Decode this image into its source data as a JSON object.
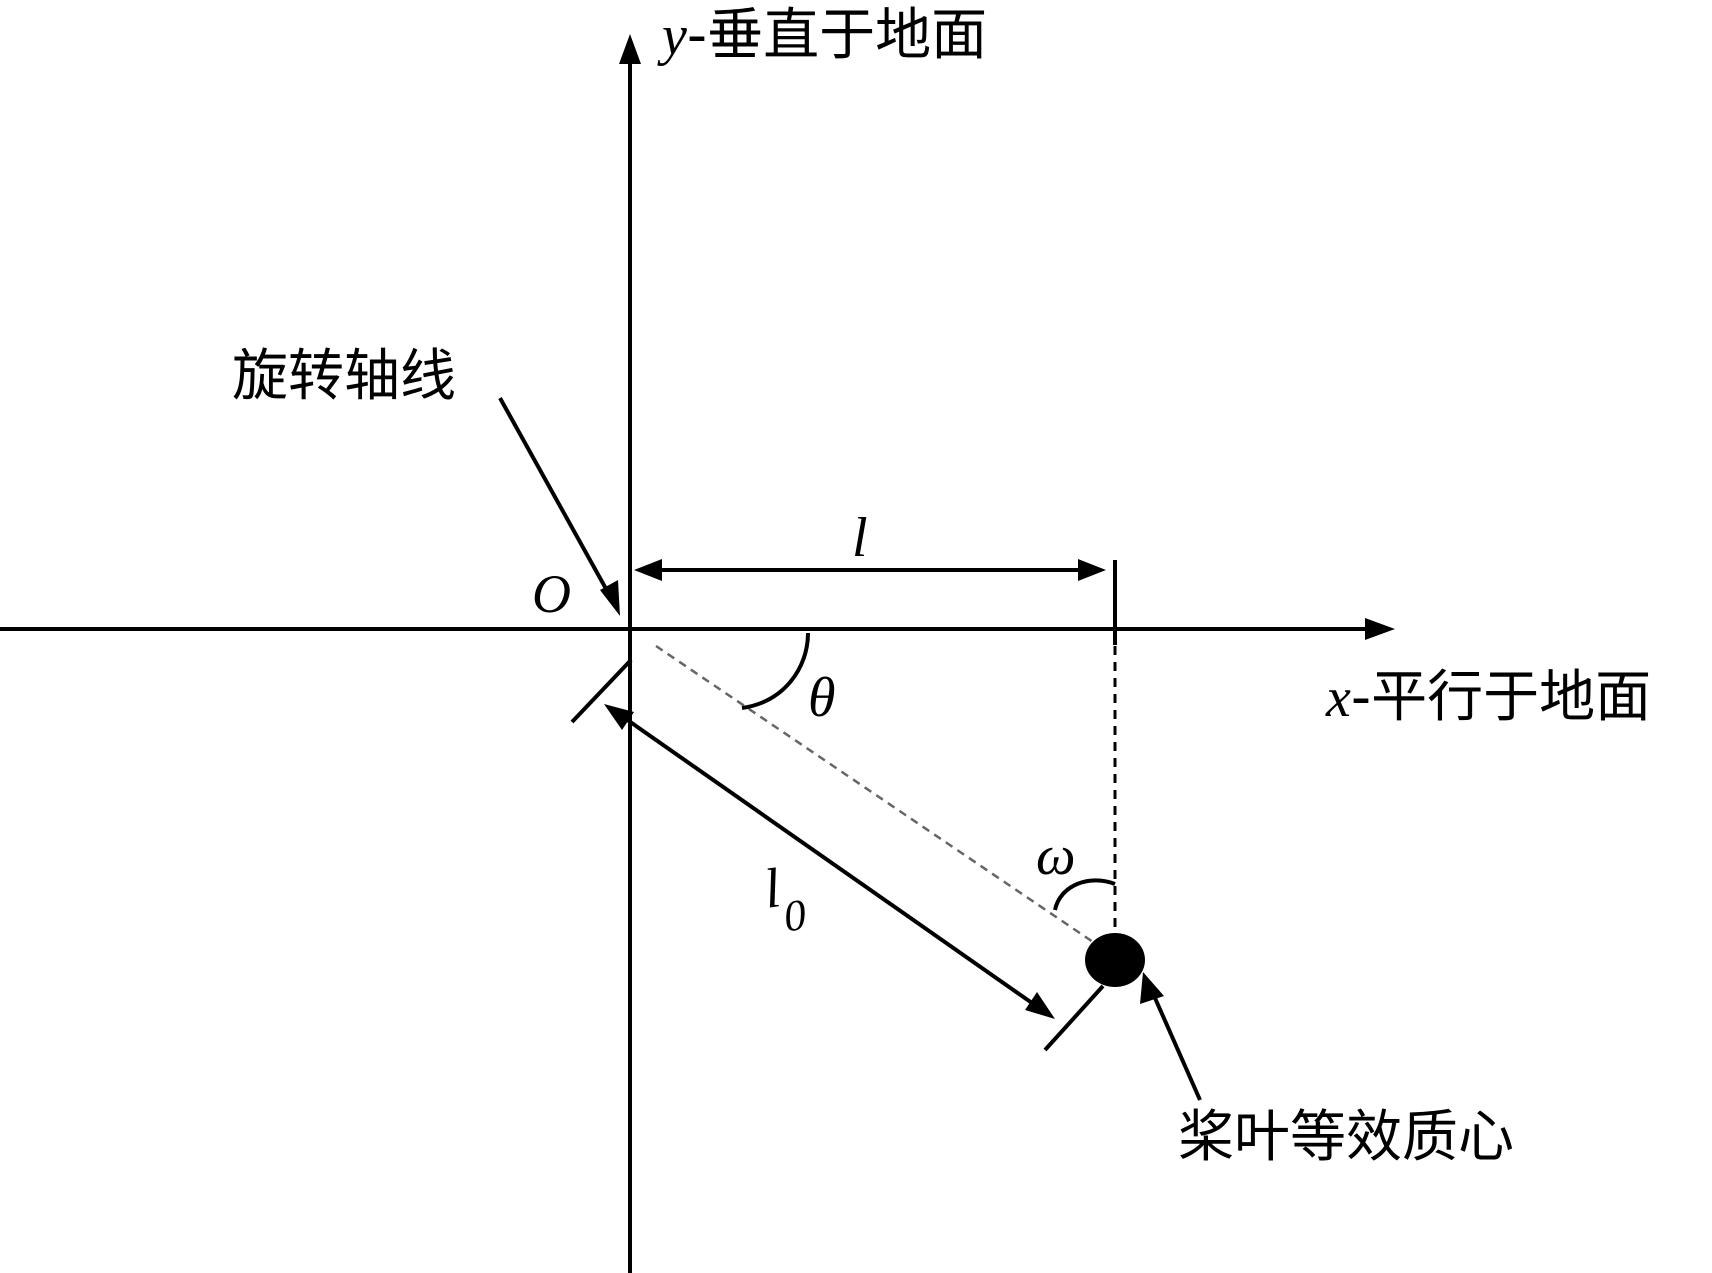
{
  "colors": {
    "stroke": "#000000",
    "background": "#ffffff",
    "dashed_line": "#444444"
  },
  "axes": {
    "y_label": {
      "var": "y",
      "text": "-垂直于地面"
    },
    "x_label": {
      "var": "x",
      "text": "-平行于地面"
    },
    "origin_label": "O"
  },
  "annotations": {
    "rotation_axis": "旋转轴线",
    "blade_center_of_mass": "桨叶等效质心"
  },
  "symbols": {
    "horizontal_distance": "l",
    "blade_length_base": "l",
    "blade_length_sub": "0",
    "angle_theta": "θ",
    "angle_omega": "ω"
  }
}
